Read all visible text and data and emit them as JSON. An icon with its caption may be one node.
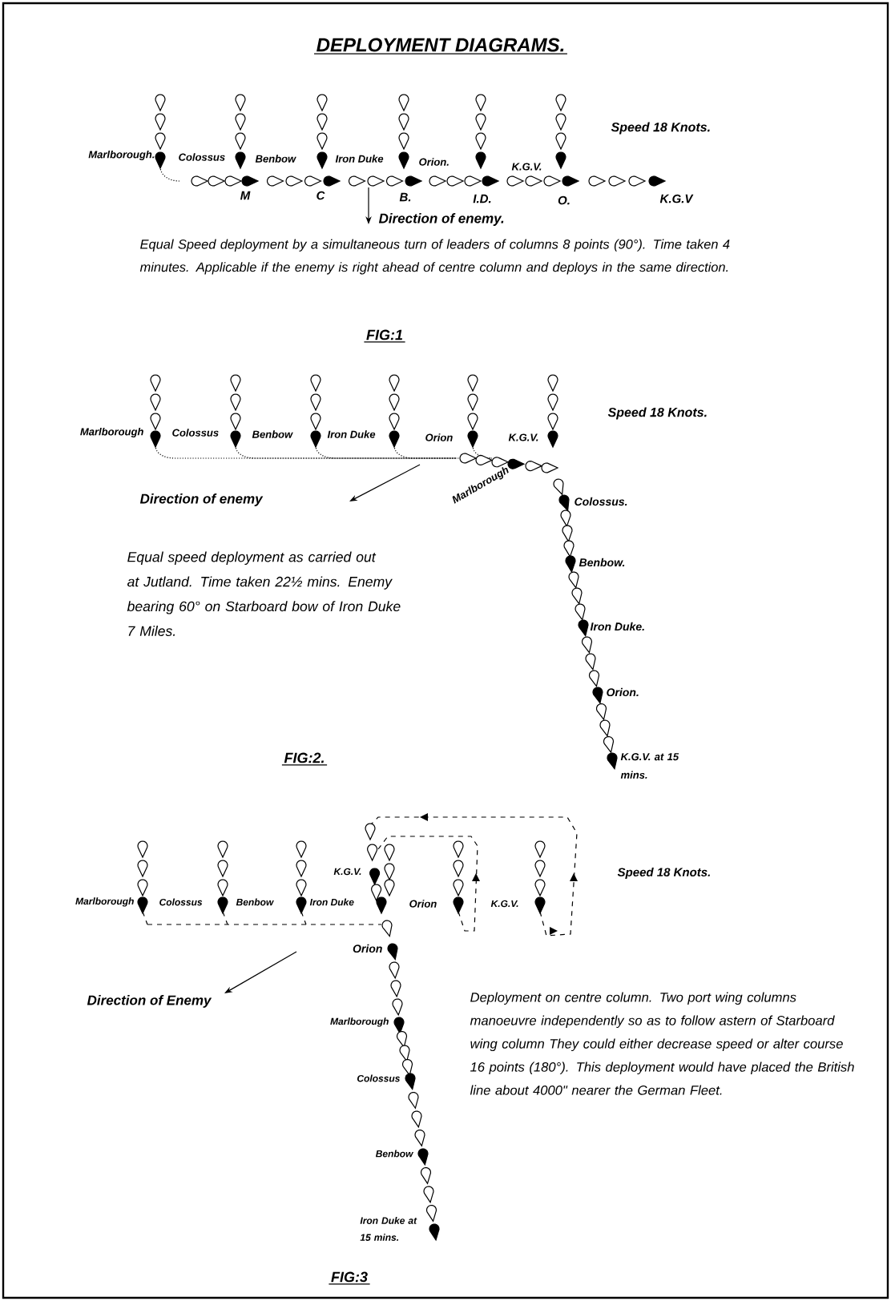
{
  "diagram": {
    "title": "DEPLOYMENT DIAGRAMS.",
    "labels": [
      "Speed 18 Knots.",
      "Marlborough.",
      "Colossus",
      "Benbow",
      "Iron Duke",
      "Orion.",
      "K.G.V.",
      "M",
      "C",
      "B.",
      "I.D.",
      "O.",
      "K.G.V",
      "Direction of enemy.",
      "Equal Speed deployment by a simultaneous turn of leaders of columns 8 points (90°). Time taken 4 minutes. Applicable if the enemy is right ahead of centre column and deploys in the same direction.",
      "FIG:1",
      "Speed 18 Knots.",
      "Marlborough",
      "Colossus",
      "Benbow",
      "Iron Duke",
      "Orion",
      "K.G.V.",
      "Marlborough",
      "Direction of enemy",
      "Colossus.",
      "Benbow.",
      "Iron Duke.",
      "Orion.",
      "K.G.V. at 15 mins.",
      "Equal speed deployment as carried out at Jutland. Time taken 22½ mins. Enemy bearing 60° on Starboard bow of Iron Duke 7 Miles.",
      "FIG:2.",
      "Marlborough",
      "Colossus",
      "Benbow",
      "Iron Duke",
      "K.G.V.",
      "Orion",
      "K.G.V.",
      "Speed 18 Knots.",
      "Orion",
      "Direction of Enemy",
      "Marlborough",
      "Deployment on centre column. Two port wing columns manoeuvre independently so as to follow astern of Starboard wing column They could either decrease speed or alter course 16 points (180°). This deployment would have placed the British line about 4000\" nearer the German Fleet.",
      "Colossus",
      "Benbow",
      "Iron Duke at 15 mins.",
      "FIG:3"
    ]
  }
}
